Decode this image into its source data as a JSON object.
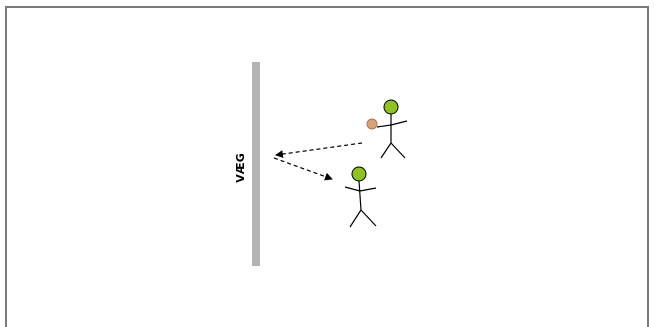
{
  "wall": {
    "label": "VÆG",
    "color": "#b4b4b4"
  },
  "colors": {
    "frame": "#7a7a7a",
    "head_fill": "#8dc21f",
    "head_stroke": "#000000",
    "ball": "#d9a37a",
    "line": "#000000"
  },
  "figures": [
    {
      "id": "thrower",
      "holding_ball": true
    },
    {
      "id": "receiver",
      "holding_ball": false
    }
  ],
  "arrows": [
    {
      "from": "thrower",
      "to": "wall",
      "style": "dashed"
    },
    {
      "from": "wall",
      "to": "receiver",
      "style": "dashed"
    }
  ]
}
